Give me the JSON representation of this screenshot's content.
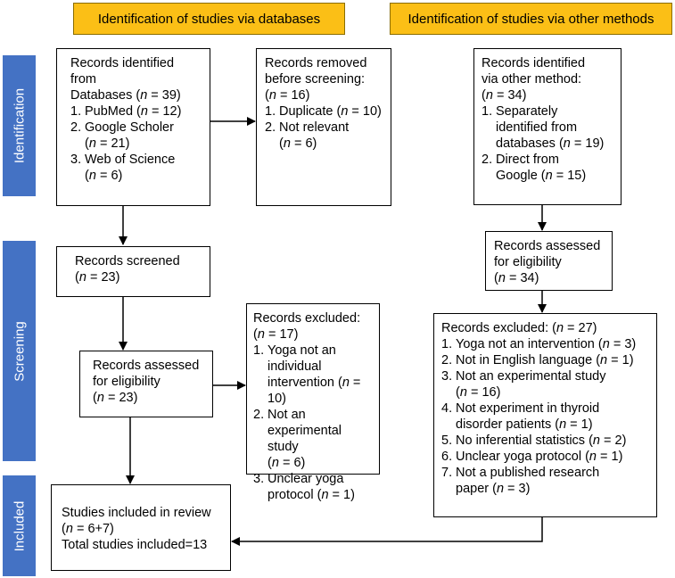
{
  "headers": {
    "databases": "Identification of studies via databases",
    "other": "Identification of studies via other methods"
  },
  "stages": {
    "identification": "Identification",
    "screening": "Screening",
    "included": "Included"
  },
  "boxes": {
    "identified_db": {
      "lines": [
        "Records identified",
        "from",
        "Databases (n = 39)"
      ],
      "items": [
        {
          "num": "1.",
          "text": "PubMed (n = 12)"
        },
        {
          "num": "2.",
          "text": "Google Scholer\n(n = 21)"
        },
        {
          "num": "3.",
          "text": "Web of Science\n(n = 6)"
        }
      ]
    },
    "removed": {
      "lines": [
        "Records removed",
        "before screening:",
        "(n = 16)"
      ],
      "items": [
        {
          "num": "1.",
          "text": "Duplicate (n = 10)"
        },
        {
          "num": "2.",
          "text": "Not relevant\n(n = 6)"
        }
      ]
    },
    "identified_other": {
      "lines": [
        "Records identified",
        "via other method:",
        "(n = 34)"
      ],
      "items": [
        {
          "num": "1.",
          "text": "Separately\nidentified from\ndatabases (n = 19)"
        },
        {
          "num": "2.",
          "text": "Direct from\nGoogle (n = 15)"
        }
      ]
    },
    "screened": {
      "lines": [
        "Records screened",
        "(n = 23)"
      ],
      "items": []
    },
    "assessed_other": {
      "lines": [
        "Records assessed",
        "for eligibility",
        "(n = 34)"
      ],
      "items": []
    },
    "excluded_db": {
      "lines": [
        "Records excluded:",
        "(n = 17)"
      ],
      "items": [
        {
          "num": "1.",
          "text": "Yoga not an\nindividual\nintervention (n = 10)"
        },
        {
          "num": "2.",
          "text": "Not an\nexperimental study\n(n = 6)"
        },
        {
          "num": "3.",
          "text": "Unclear yoga\nprotocol (n = 1)"
        }
      ]
    },
    "assessed_db": {
      "lines": [
        "Records assessed",
        "for eligibility",
        "(n = 23)"
      ],
      "items": []
    },
    "excluded_other": {
      "lines": [
        "Records excluded: (n = 27)"
      ],
      "items": [
        {
          "num": "1.",
          "text": "Yoga not an intervention (n = 3)"
        },
        {
          "num": "2.",
          "text": "Not in English language (n = 1)"
        },
        {
          "num": "3.",
          "text": "Not an experimental study\n(n = 16)"
        },
        {
          "num": "4.",
          "text": "Not experiment in thyroid\ndisorder patients (n = 1)"
        },
        {
          "num": "5.",
          "text": "No inferential statistics (n = 2)"
        },
        {
          "num": "6.",
          "text": "Unclear yoga protocol (n = 1)"
        },
        {
          "num": "7.",
          "text": "Not a published research\npaper (n = 3)"
        }
      ]
    },
    "included": {
      "lines": [
        "Studies included in review",
        "(n = 6+7)",
        "Total studies included=13"
      ],
      "items": []
    }
  }
}
